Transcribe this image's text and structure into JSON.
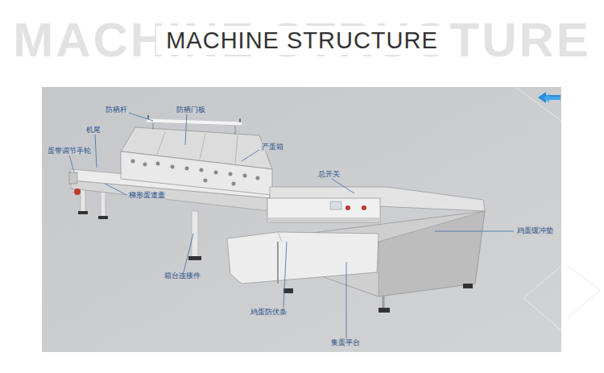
{
  "diagram": {
    "title": "MACHINE STRUCTURE",
    "labels": [
      "MACHINE STRUCTURE",
      "防栖杆",
      "防栖门板",
      "机尾",
      "蛋带调节手轮",
      "产蛋箱",
      "梯形蛋道盖",
      "总开关",
      "鸡蛋缓冲垫",
      "箱台连接件",
      "鸡蛋防伏条",
      "集蛋平台"
    ]
  }
}
